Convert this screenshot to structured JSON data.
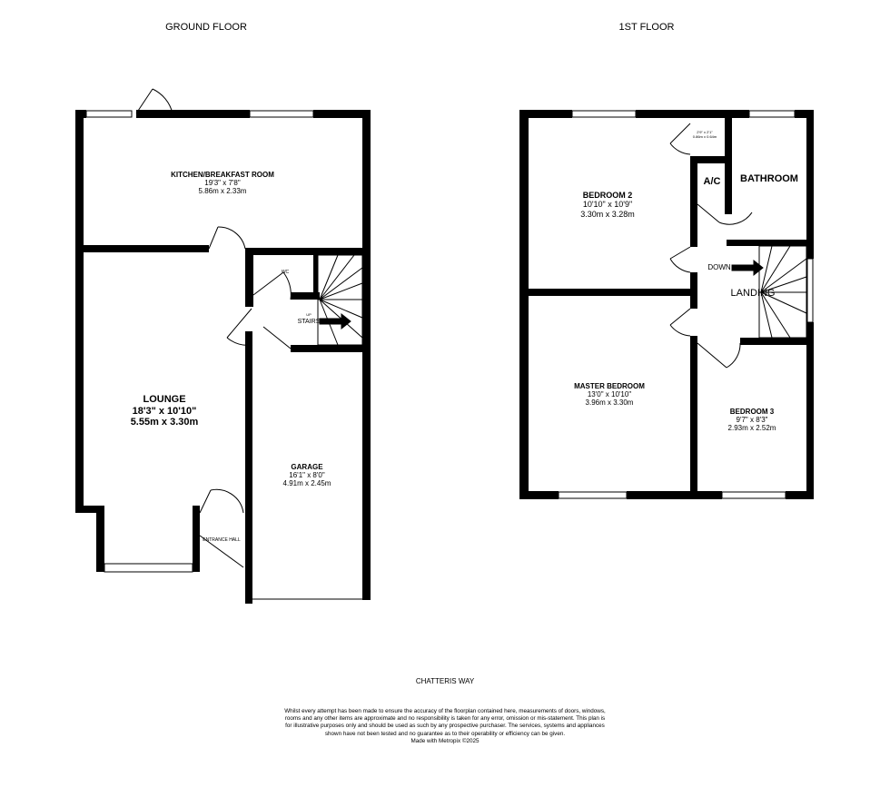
{
  "floors": [
    {
      "title": "GROUND FLOOR"
    },
    {
      "title": "1ST FLOOR"
    }
  ],
  "ground_rooms": {
    "kitchen": {
      "name": "KITCHEN/BREAKFAST ROOM",
      "imperial": "19'3\"  x 7'8\"",
      "metric": "5.86m  x 2.33m"
    },
    "lounge": {
      "name": "LOUNGE",
      "imperial": "18'3\"  x 10'10\"",
      "metric": "5.55m  x 3.30m"
    },
    "garage": {
      "name": "GARAGE",
      "imperial": "16'1\"  x 8'0\"",
      "metric": "4.91m  x 2.45m"
    },
    "wc": {
      "name": "WC"
    },
    "stairs": {
      "name": "STAIRS",
      "direction": "UP"
    },
    "entrance": {
      "name": "ENTRANCE HALL"
    }
  },
  "first_rooms": {
    "bedroom2": {
      "name": "BEDROOM 2",
      "imperial": "10'10\"  x 10'9\"",
      "metric": "3.30m  x 3.28m"
    },
    "master": {
      "name": "MASTER BEDROOM",
      "imperial": "13'0\"  x 10'10\"",
      "metric": "3.96m  x 3.30m"
    },
    "bedroom3": {
      "name": "BEDROOM 3",
      "imperial": "9'7\"  x 8'3\"",
      "metric": "2.93m  x 2.52m"
    },
    "bathroom": {
      "name": "BATHROOM"
    },
    "ac": {
      "name": "A/C"
    },
    "landing": {
      "name": "LANDING"
    },
    "down": {
      "name": "DOWN"
    },
    "cupboard": {
      "imperial": "2'9\"  x 2'1\"",
      "metric": "0.86m  x 0.64m"
    }
  },
  "street": "CHATTERIS WAY",
  "disclaimer": "Whilst every attempt has been made to ensure the accuracy of the floorplan contained here, measurements of doors, windows, rooms and any other items are approximate and no responsibility is taken for any error, omission or mis-statement. This plan is for illustrative purposes only and should be used as such by any prospective purchaser. The services, systems and appliances shown have not been tested and no guarantee as to their operability or efficiency can be given.",
  "credit": "Made with Metropix ©2025"
}
